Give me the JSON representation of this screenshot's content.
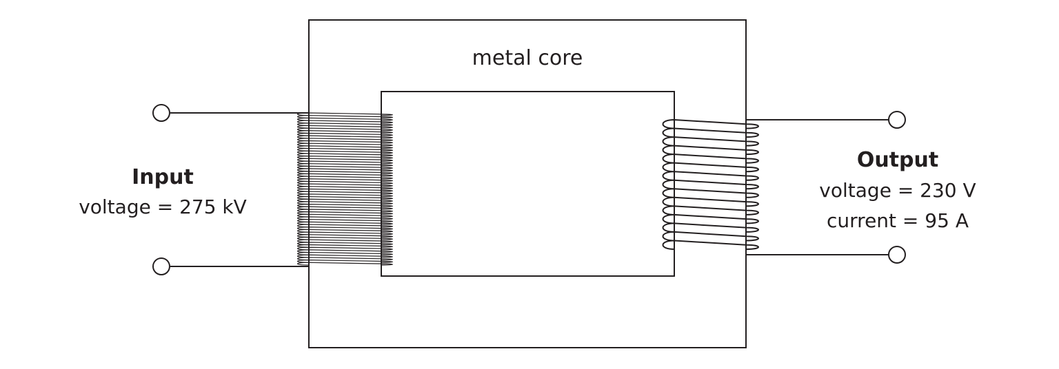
{
  "diagram": {
    "core_label": "metal core",
    "input": {
      "title": "Input",
      "voltage": "voltage = 275 kV"
    },
    "output": {
      "title": "Output",
      "voltage": "voltage = 230 V",
      "current": "current = 95 A"
    },
    "primary_coil": {
      "turns": 60
    },
    "secondary_coil": {
      "turns": 15
    },
    "line_color": "#231f20"
  }
}
